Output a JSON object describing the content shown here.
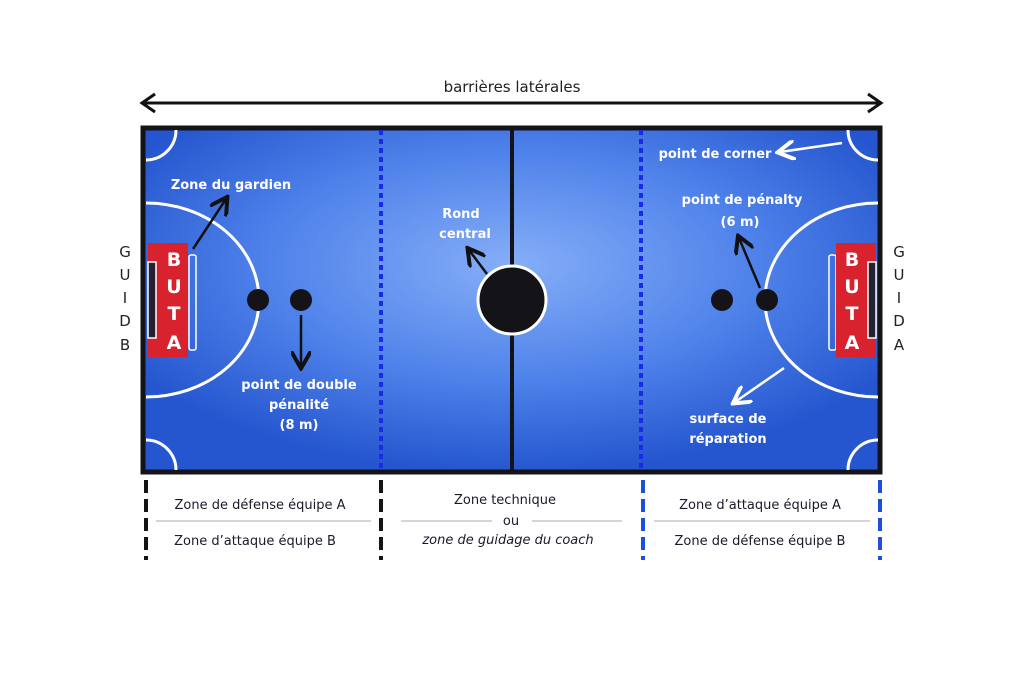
{
  "title": "barrières latérales",
  "labels": {
    "goalkeeper_zone": "Zone du gardien",
    "center_1": "Rond",
    "center_2": "central",
    "double_1": "point de double",
    "double_2": "pénalité",
    "double_3": "(8 m)",
    "corner": "point de corner",
    "penalty_1": "point de pénalty",
    "penalty_2": "(6 m)",
    "area_1": "surface de",
    "area_2": "réparation"
  },
  "goals": {
    "letters": [
      "B",
      "U",
      "T",
      "A"
    ]
  },
  "guide_left": [
    "G",
    "U",
    "I",
    "D",
    "B"
  ],
  "guide_right": [
    "G",
    "U",
    "I",
    "D",
    "A"
  ],
  "legend": {
    "left_top": "Zone de défense équipe A",
    "left_bottom": "Zone d’attaque équipe B",
    "mid_top": "Zone technique",
    "mid_or": "ou",
    "mid_bottom": "zone de guidage du coach",
    "right_top": "Zone d’attaque équipe A",
    "right_bottom": "Zone de défense équipe B"
  },
  "colors": {
    "court": "#2f5fd8",
    "court_center": "#7ea6f5",
    "goal": "#d8232f",
    "line": "#1a1a2a",
    "dash": "#1a2be8"
  }
}
